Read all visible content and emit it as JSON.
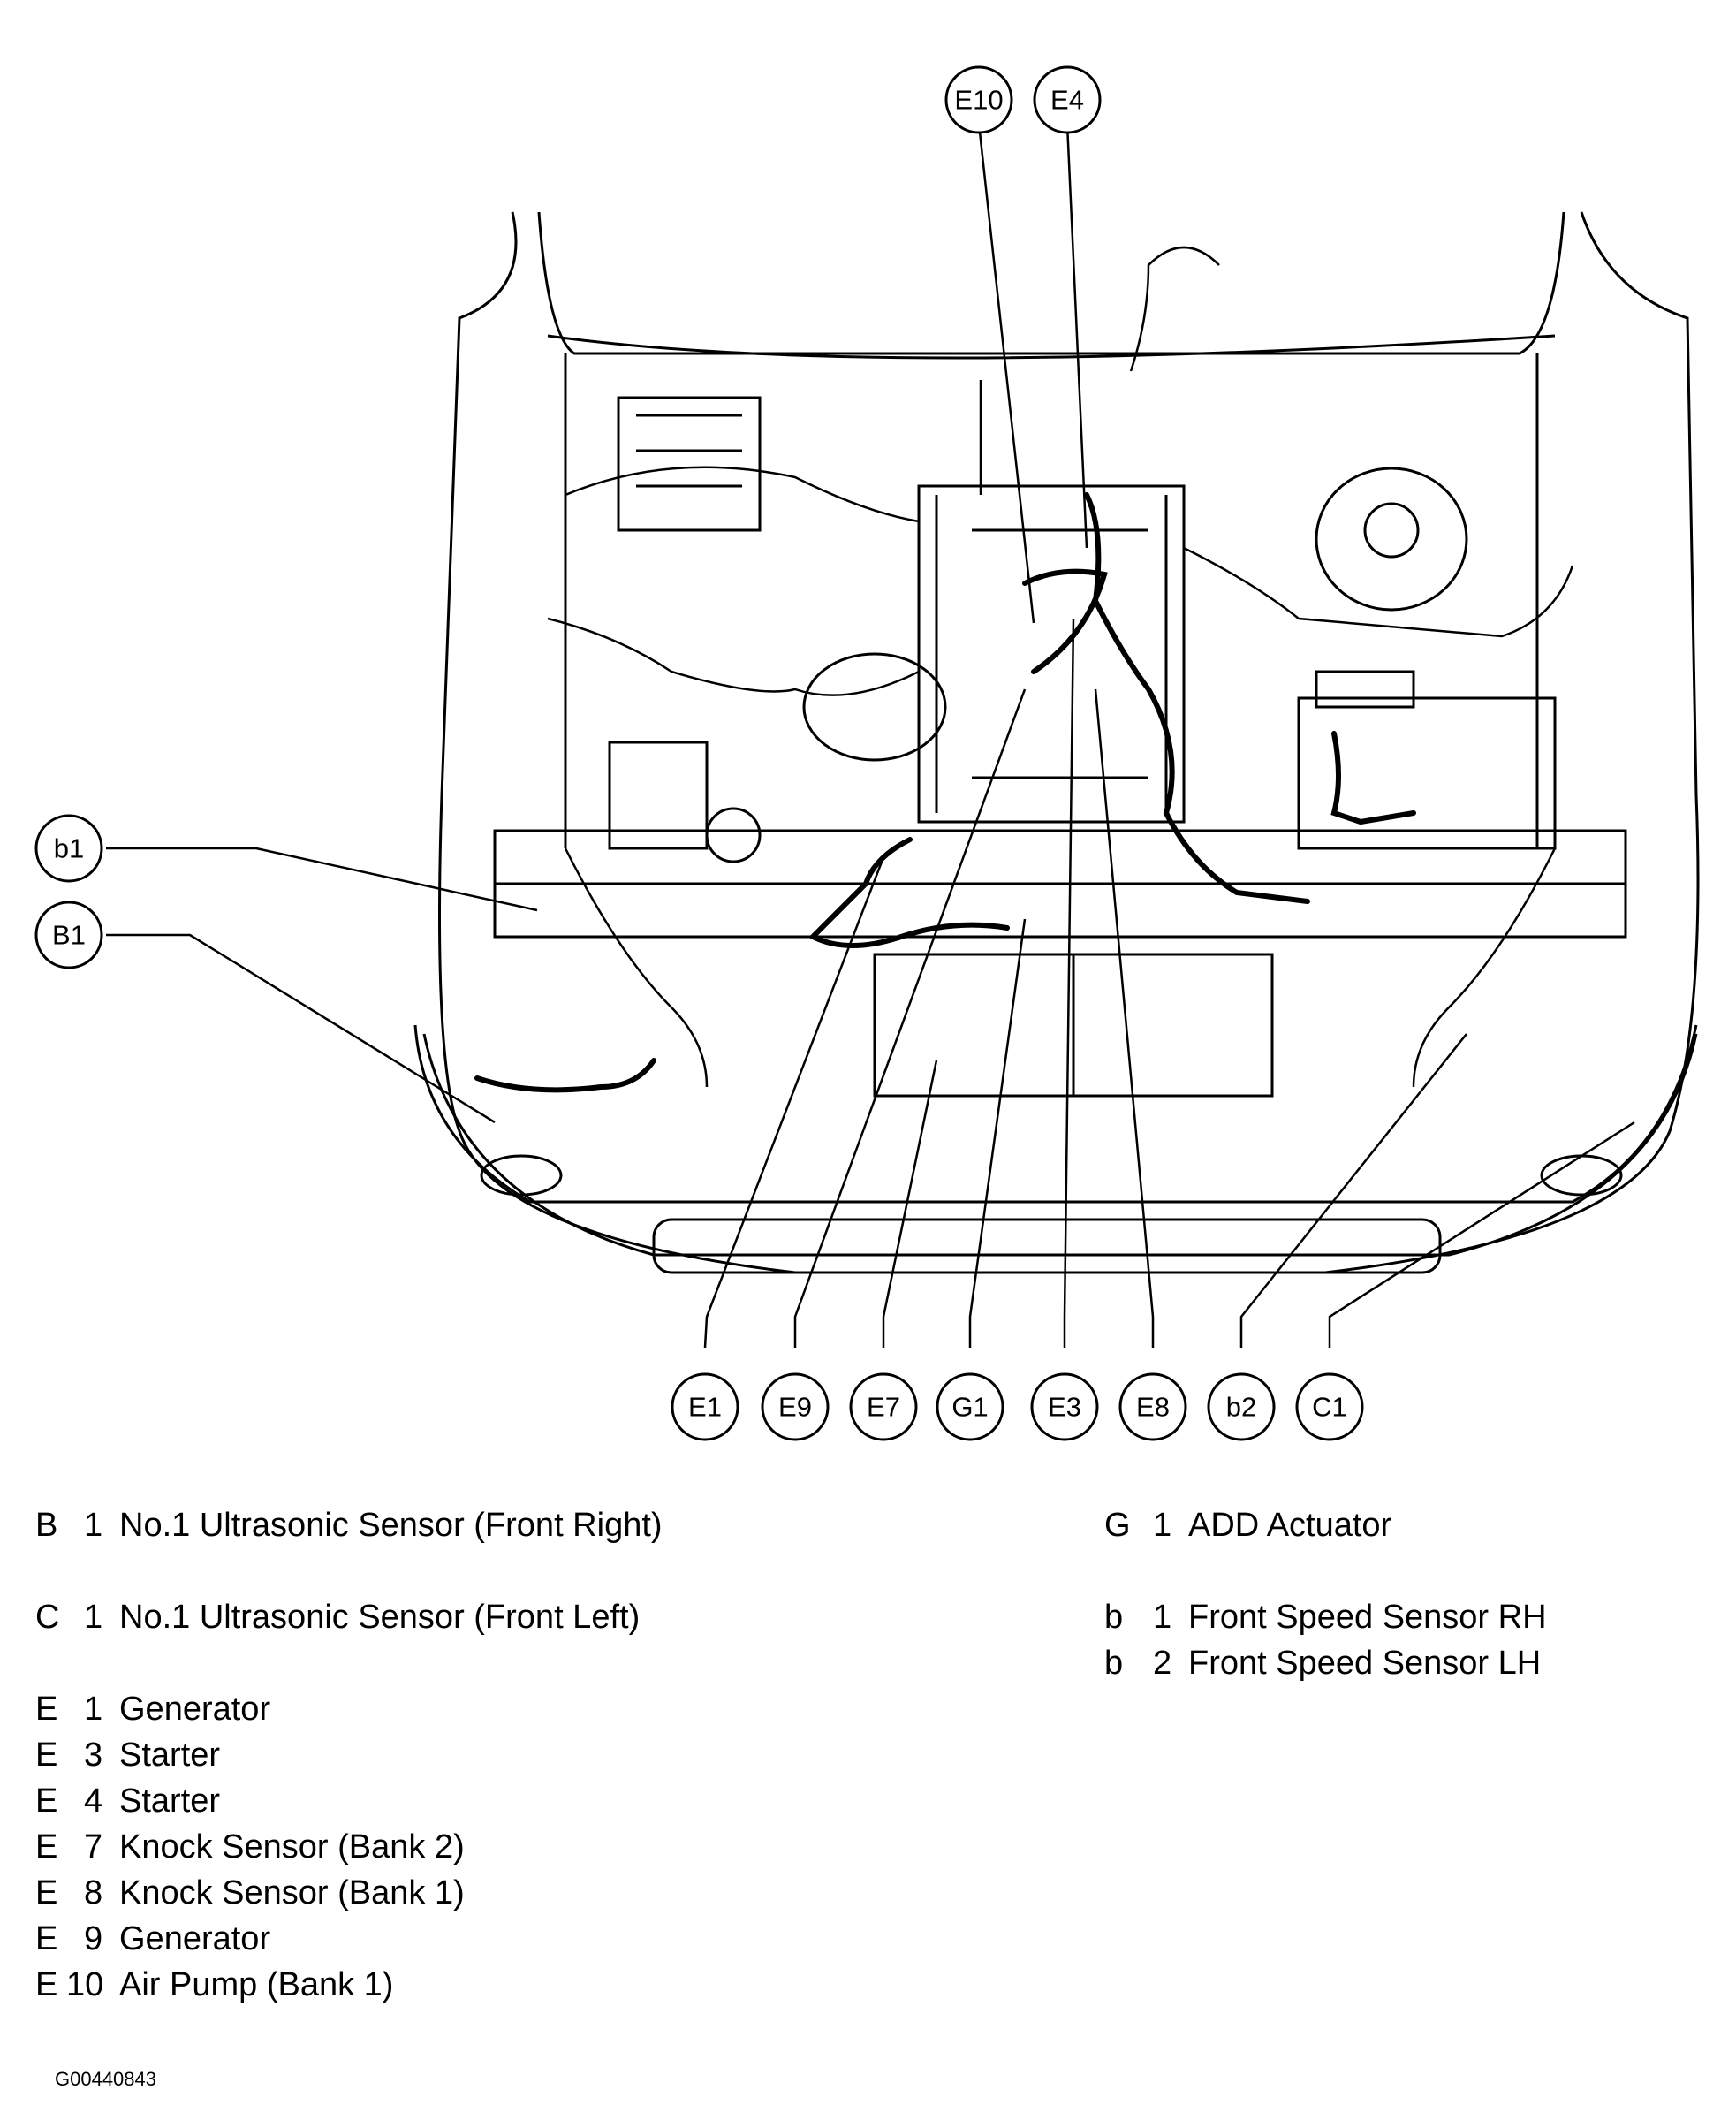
{
  "callouts": {
    "E10": "E10",
    "E4": "E4",
    "b1": "b1",
    "B1": "B1",
    "E1": "E1",
    "E9": "E9",
    "E7": "E7",
    "G1": "G1",
    "E3": "E3",
    "E8": "E8",
    "b2": "b2",
    "C1": "C1"
  },
  "legend_left": [
    {
      "letter": "B",
      "num": "1",
      "desc": "No.1 Ultrasonic Sensor (Front Right)"
    },
    {
      "letter": "C",
      "num": "1",
      "desc": "No.1 Ultrasonic Sensor (Front Left)"
    },
    {
      "letter": "E",
      "num": "1",
      "desc": "Generator"
    },
    {
      "letter": "E",
      "num": "3",
      "desc": "Starter"
    },
    {
      "letter": "E",
      "num": "4",
      "desc": "Starter"
    },
    {
      "letter": "E",
      "num": "7",
      "desc": "Knock Sensor (Bank 2)"
    },
    {
      "letter": "E",
      "num": "8",
      "desc": "Knock Sensor (Bank 1)"
    },
    {
      "letter": "E",
      "num": "9",
      "desc": "Generator"
    },
    {
      "letter": "E",
      "num": "10",
      "desc": "Air Pump (Bank 1)"
    }
  ],
  "legend_right": [
    {
      "letter": "G",
      "num": "1",
      "desc": "ADD Actuator"
    },
    {
      "letter": "b",
      "num": "1",
      "desc": "Front Speed Sensor RH"
    },
    {
      "letter": "b",
      "num": "2",
      "desc": "Front Speed Sensor LH"
    }
  ],
  "figure_code": "G00440843"
}
